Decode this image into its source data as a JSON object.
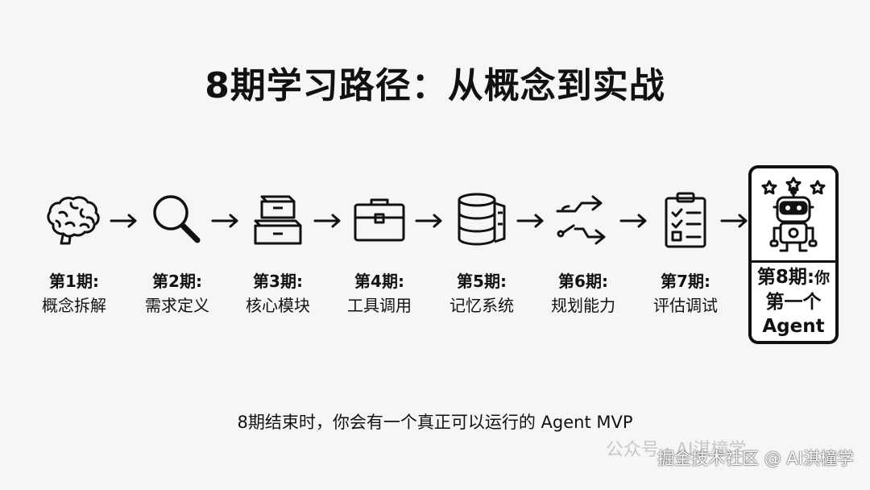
{
  "title": "8期学习路径：从概念到实战",
  "steps": [
    {
      "period": "第1期:",
      "topic": "概念拆解",
      "icon": "brain-icon"
    },
    {
      "period": "第2期:",
      "topic": "需求定义",
      "icon": "magnifier-icon"
    },
    {
      "period": "第3期:",
      "topic": "核心模块",
      "icon": "stacked-boxes-icon"
    },
    {
      "period": "第4期:",
      "topic": "工具调用",
      "icon": "toolbox-icon"
    },
    {
      "period": "第5期:",
      "topic": "记忆系统",
      "icon": "database-icon"
    },
    {
      "period": "第6期:",
      "topic": "规划能力",
      "icon": "route-arrows-icon"
    },
    {
      "period": "第7期:",
      "topic": "评估调试",
      "icon": "checklist-icon"
    }
  ],
  "final": {
    "line1": "第8期:",
    "line1_suffix": "你",
    "line2": "第一个",
    "line3": "Agent",
    "icon": "robot-icon"
  },
  "subtitle": "8期结束时，你会有一个真正可以运行的 Agent MVP",
  "watermark": "掘金技术社区 @ AI淇橦学",
  "watermark_ghost": "公众号 · AI淇橦学"
}
